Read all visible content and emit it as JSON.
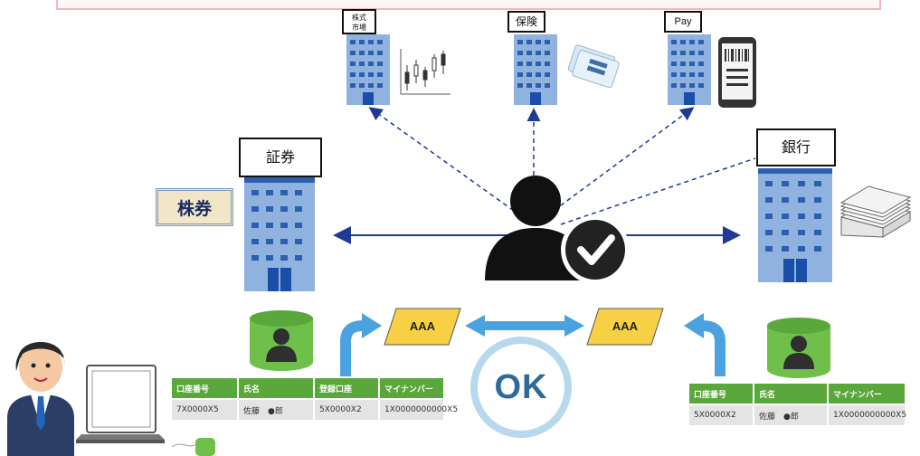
{
  "institutions": {
    "securities_label": "証券",
    "bank_label": "銀行",
    "stock_exchange_label_line1": "株式",
    "stock_exchange_label_line2": "市場",
    "insurance_label": "保険",
    "pay_label": "Pay",
    "stock_certificate_text": "株券"
  },
  "records": {
    "left_tag": "AAA",
    "right_tag": "AAA"
  },
  "left_table": {
    "headers": [
      "口座番号",
      "氏名",
      "登録口座",
      "マイナンバー"
    ],
    "row": [
      "7X0000X5",
      "佐藤　●郎",
      "5X0000X2",
      "1X0000000000X5"
    ]
  },
  "right_table": {
    "headers": [
      "口座番号",
      "氏名",
      "マイナンバー"
    ],
    "row": [
      "5X0000X2",
      "佐藤　●郎",
      "1X0000000000X5"
    ]
  },
  "result": {
    "ok_text": "OK"
  },
  "colors": {
    "building_blue": "#4a7fd0",
    "table_header_green": "#5aa73c",
    "tag_yellow": "#f7d046",
    "arrow_blue": "#4aa3df",
    "ok_ring": "#b6d9ee",
    "ok_text": "#2e6a9a",
    "connector_navy": "#1f3a93"
  }
}
